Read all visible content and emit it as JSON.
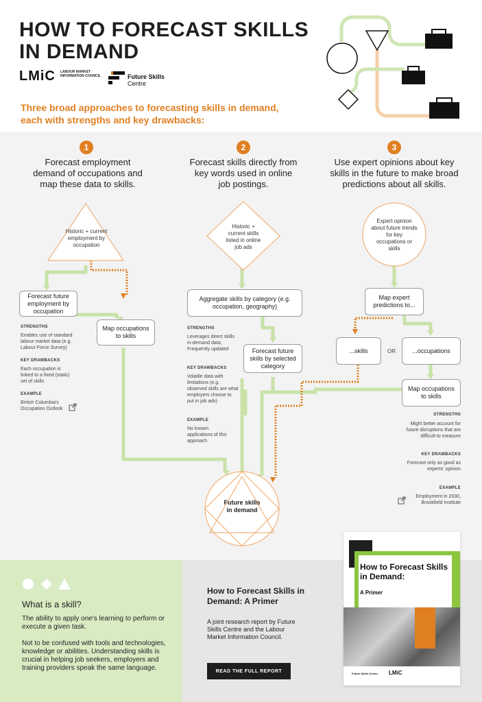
{
  "header": {
    "title": "HOW TO FORECAST SKILLS IN DEMAND",
    "subtitle": "Three broad approaches to forecasting skills in demand, each with strengths and key drawbacks:",
    "lmic": {
      "wordmark": "LMiC",
      "sub": "LABOUR MARKET INFORMATION COUNCIL"
    },
    "fsc": {
      "name_line1": "Future Skills",
      "name_line2": "Centre"
    }
  },
  "approaches": [
    {
      "number": "1",
      "heading": "Forecast employment demand of occupations and map these data to skills.",
      "start": "Historic + current employment by occupation",
      "step1": "Forecast future employment by occupation",
      "step2": "Map occupations to skills",
      "strengths_label": "STRENGTHS",
      "strengths": "Enables use of standard labour market data (e.g. Labour Force Survey)",
      "drawbacks_label": "KEY DRAWBACKS",
      "drawbacks": "Each occupation is linked to a fixed (static) set of skills",
      "example_label": "EXAMPLE",
      "example": "British Columbia's Occupation Outlook"
    },
    {
      "number": "2",
      "heading": "Forecast skills directly from key words used in online job postings.",
      "start": "Historic + current skills listed in online job ads",
      "step1": "Aggregate skills by category (e.g. occupation, geography)",
      "step2": "Forecast future skills by selected category",
      "strengths_label": "STRENGTHS",
      "strengths": "Leverages direct skills in-demand data; Frequently updated",
      "drawbacks_label": "KEY DRAWBACKS",
      "drawbacks": "Volatile data with limitations (e.g. observed skills are what employers choose to put in job ads)",
      "example_label": "EXAMPLE",
      "example": "No known applications of this approach"
    },
    {
      "number": "3",
      "heading": "Use expert opinions about key skills in the future to make broad predictions about all skills.",
      "start": "Expert opinion about future trends for key occupations or skills",
      "step1": "Map expert predictions to...",
      "opt_a": "...skills",
      "opt_or": "OR",
      "opt_b": "...occupations",
      "step2": "Map occupations to skills",
      "strengths_label": "STRENGTHS",
      "strengths": "Might better account for future disruptions that are difficult to measure",
      "drawbacks_label": "KEY DRAWBACKS",
      "drawbacks": "Forecast only as good as experts' opinion",
      "example_label": "EXAMPLE",
      "example": "Employment in 2030, Brookfield Institute"
    }
  ],
  "result": "Future skills in demand",
  "what_is": {
    "title": "What is a skill?",
    "p1": "The ability to apply one's learning to perform or execute a given task.",
    "p2": "Not to be confused with tools and technologies, knowledge or abilities. Understanding skills is crucial in helping job seekers, employers and training providers speak the same language."
  },
  "primer": {
    "title": "How to Forecast Skills in Demand: A Primer",
    "body": "A joint research report by Future Skills Centre and the Labour Market Information Council.",
    "button": "READ THE FULL REPORT"
  },
  "cover": {
    "title": "How to Forecast Skills in Demand:",
    "subtitle": "A Primer",
    "fsc": "Future Skills Centre",
    "lmic": "LMiC"
  },
  "colors": {
    "orange": "#e07f22",
    "green": "#c8e2a8",
    "peach": "#f0c49a",
    "dark": "#1e1e1e"
  }
}
